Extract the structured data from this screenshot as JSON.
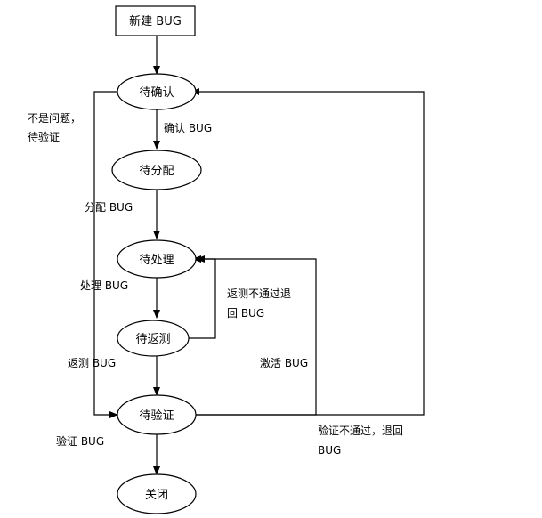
{
  "nodes": {
    "new_bug": "新建 BUG",
    "pending_confirm": "待确认",
    "pending_assign": "待分配",
    "pending_process": "待处理",
    "pending_retest": "待返测",
    "pending_verify": "待验证",
    "closed": "关闭"
  },
  "edges": {
    "confirm_bug": "确认 BUG",
    "assign_bug": "分配 BUG",
    "process_bug": "处理 BUG",
    "retest_bug": "返测 BUG",
    "verify_bug": "验证 BUG",
    "not_problem_line1": "不是问题，",
    "not_problem_line2": "待验证",
    "retest_fail_line1": "返测不通过退",
    "retest_fail_line2": "回 BUG",
    "activate_bug": "激活 BUG",
    "verify_fail_line1": "验证不通过，退回",
    "verify_fail_line2": "BUG"
  }
}
